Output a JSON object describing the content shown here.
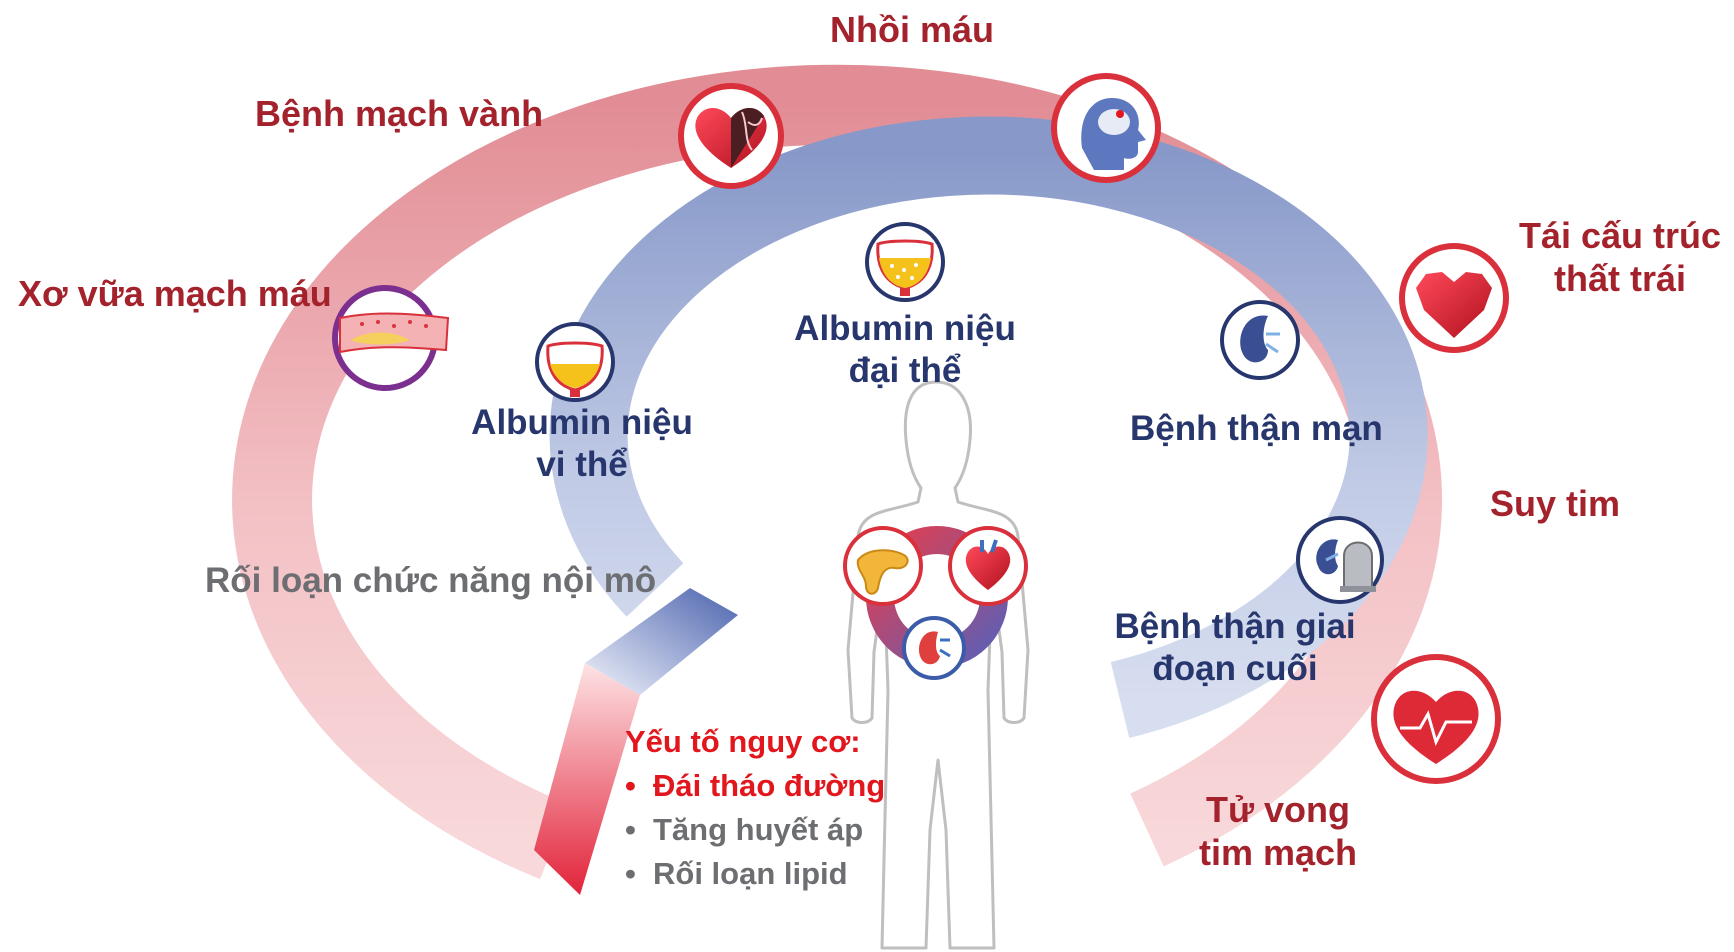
{
  "outer_ring": {
    "labels": {
      "infarction": "Nhồi máu",
      "coronary": "Bệnh mạch vành",
      "atherosclerosis": "Xơ vữa mạch máu",
      "endothelial": "Rối loạn chức năng nội mô",
      "remodeling_1": "Tái cấu trúc",
      "remodeling_2": "thất trái",
      "heart_failure": "Suy tim",
      "death_1": "Tử vong",
      "death_2": "tim mạch"
    },
    "icons": [
      "heart-vessels-icon",
      "brain-icon",
      "atherosclerosis-vessel-icon",
      "remodeled-heart-icon",
      "heartbeat-icon"
    ]
  },
  "inner_ring": {
    "labels": {
      "micro_1": "Albumin niệu",
      "micro_2": "vi thể",
      "macro_1": "Albumin niệu",
      "macro_2": "đại thể",
      "nephropathy": "Bệnh thận mạn",
      "esrd_1": "Bệnh thận giai",
      "esrd_2": "đoạn cuối"
    },
    "icons": [
      "bladder-micro-icon",
      "bladder-macro-icon",
      "kidney-icon",
      "kidney-tombstone-icon"
    ]
  },
  "risk_factors": {
    "title": "Yếu tố nguy cơ:",
    "bullet": "•",
    "items": [
      {
        "label": "Đái tháo đường",
        "highlight": true
      },
      {
        "label": "Tăng huyết áp",
        "highlight": false
      },
      {
        "label": "Rối loạn lipid",
        "highlight": false
      }
    ]
  },
  "body": {
    "organ_icons": [
      "pancreas-icon",
      "heart-icon",
      "kidney-icon"
    ]
  },
  "colors": {
    "outer_ring": "#e48a92",
    "inner_ring": "#8fa1cf",
    "dark_red_text": "#a3222b",
    "navy_text": "#27366c",
    "grey_text": "#6d6e71",
    "risk_red": "#e2161d",
    "icon_border_red": "#d9303b",
    "icon_border_navy": "#27366c",
    "icon_border_purple": "#7b2f8e"
  }
}
